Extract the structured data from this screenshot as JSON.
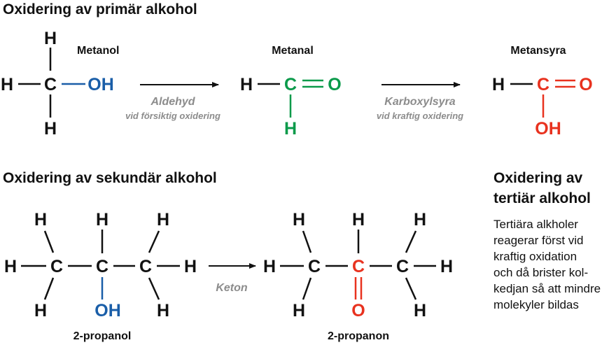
{
  "colors": {
    "black": "#111111",
    "blue": "#1a5ea8",
    "green": "#0a9a4a",
    "red": "#e8321f",
    "gray": "#8c8c8c"
  },
  "headings": {
    "primary": "Oxidering av primär alkohol",
    "secondary": "Oxidering av sekundär alkohol",
    "tertiary_line1": "Oxidering av",
    "tertiary_line2": "tertiär alkohol"
  },
  "tertiary_text": [
    "Tertiära alkholer",
    "reagerar först vid",
    "kraftig oxidation",
    "och då brister kol-",
    "kedjan så att mindre",
    "molekyler bildas"
  ],
  "molecules": {
    "metanol": "Metanol",
    "metanal": "Metanal",
    "metansyra": "Metansyra",
    "propanol": "2-propanol",
    "propanon": "2-propanon"
  },
  "atoms": {
    "H": "H",
    "C": "C",
    "O": "O",
    "OH": "OH"
  },
  "conditions": {
    "aldehyd": "Aldehyd",
    "aldehyd_sub": "vid försiktig oxidering",
    "karboxylsyra": "Karboxylsyra",
    "karboxylsyra_sub": "vid kraftig oxidering",
    "keton": "Keton"
  }
}
